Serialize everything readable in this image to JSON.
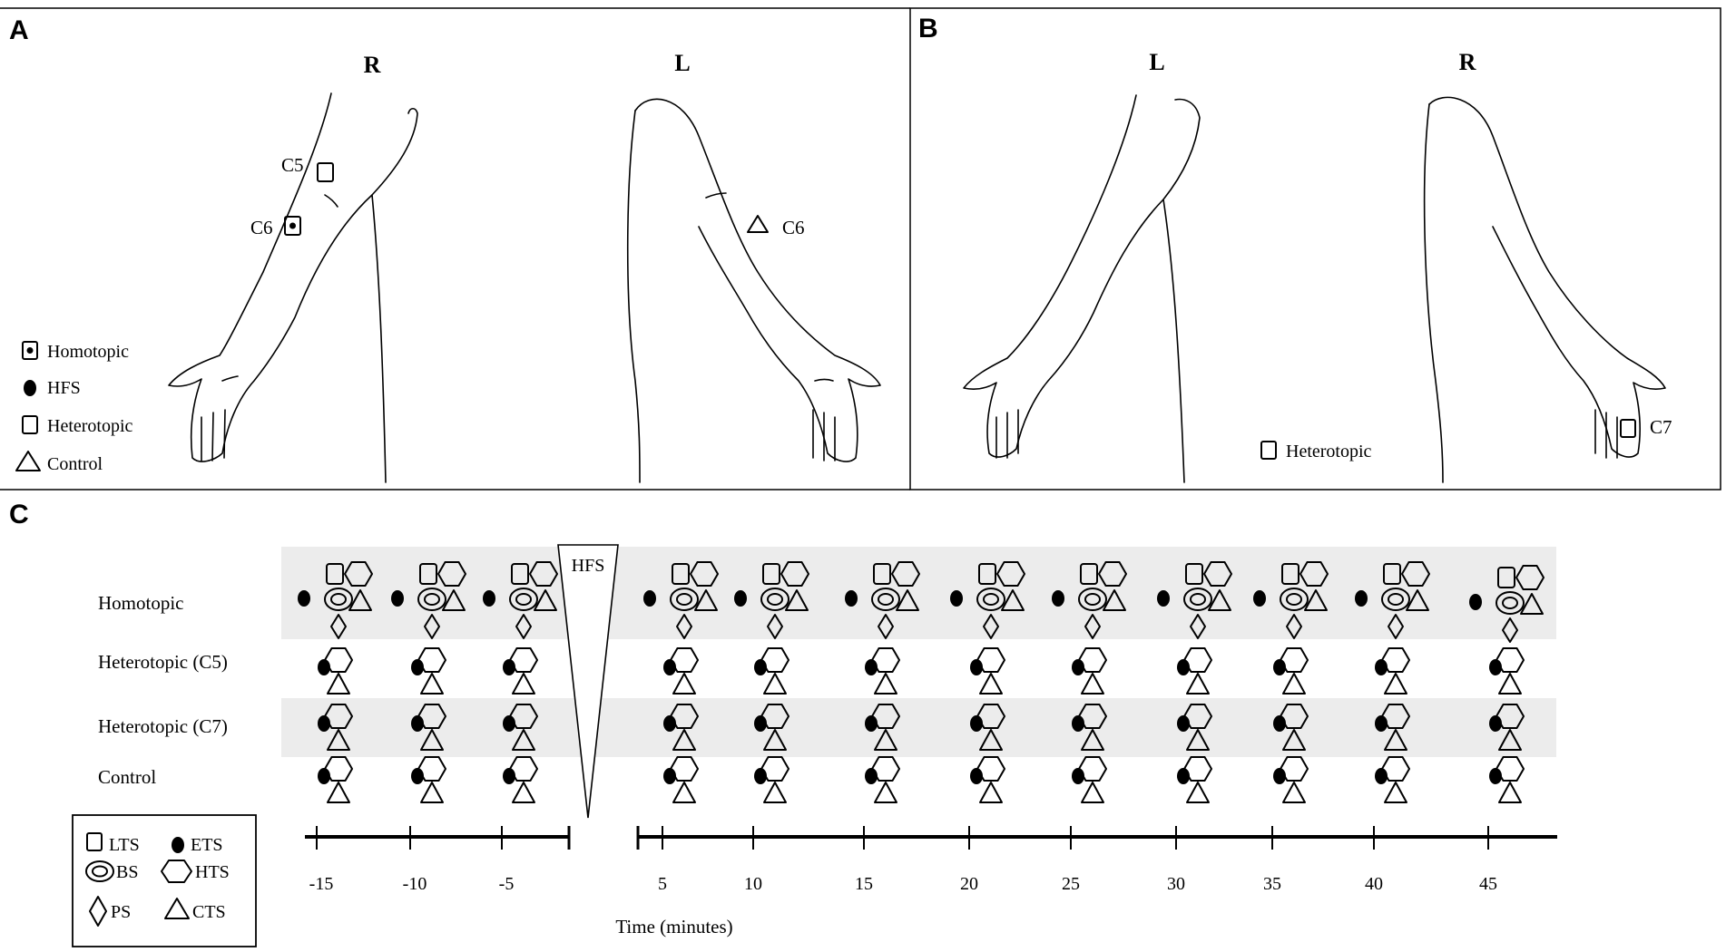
{
  "panel_a": {
    "label": "A",
    "right_arm": "R",
    "left_arm": "L",
    "site_c5": "C5",
    "site_c6_right": "C6",
    "site_c6_left": "C6",
    "legend": [
      "Homotopic",
      "HFS",
      "Heterotopic",
      "Control"
    ]
  },
  "panel_b": {
    "label": "B",
    "left_arm": "L",
    "right_arm": "R",
    "site_c7": "C7",
    "legend": [
      "Heterotopic"
    ]
  },
  "panel_c": {
    "label": "C",
    "rows": [
      "Homotopic",
      "Heterotopic (C5)",
      "Heterotopic (C7)",
      "Control"
    ],
    "hfs_label": "HFS",
    "pre_ticks": [
      "-15",
      "-10",
      "-5"
    ],
    "post_ticks": [
      "5",
      "10",
      "15",
      "20",
      "25",
      "30",
      "35",
      "40",
      "45"
    ],
    "xlabel": "Time (minutes)",
    "legend": [
      {
        "symbol": "square",
        "label": "LTS"
      },
      {
        "symbol": "filled-ellipse",
        "label": "ETS"
      },
      {
        "symbol": "double-ellipse",
        "label": "BS"
      },
      {
        "symbol": "hexagon",
        "label": "HTS"
      },
      {
        "symbol": "diamond",
        "label": "PS"
      },
      {
        "symbol": "triangle",
        "label": "CTS"
      }
    ],
    "row_symbols": {
      "Homotopic": [
        "LTS",
        "ETS",
        "BS",
        "HTS",
        "PS",
        "CTS"
      ],
      "Heterotopic (C5)": [
        "ETS",
        "HTS",
        "CTS"
      ],
      "Heterotopic (C7)": [
        "ETS",
        "HTS",
        "CTS"
      ],
      "Control": [
        "ETS",
        "HTS",
        "CTS"
      ]
    }
  }
}
